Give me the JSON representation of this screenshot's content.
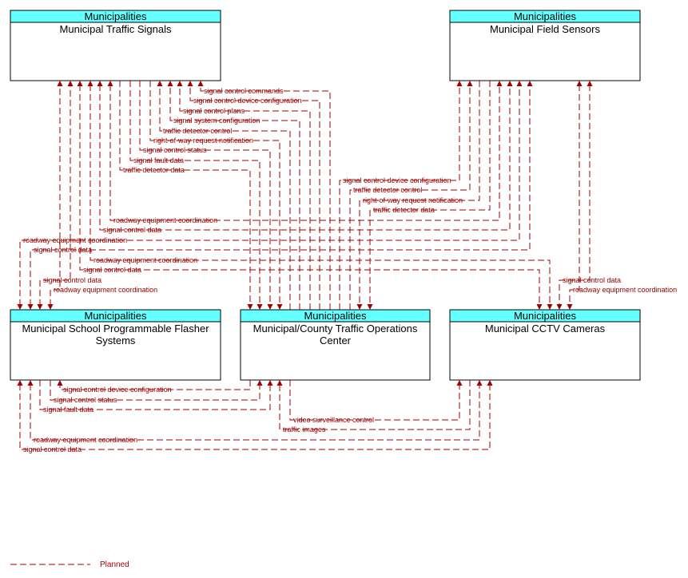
{
  "boxes": {
    "traffic_signals": {
      "group": "Municipalities",
      "title": "Municipal Traffic Signals"
    },
    "field_sensors": {
      "group": "Municipalities",
      "title": "Municipal Field Sensors"
    },
    "flasher": {
      "group": "Municipalities",
      "title_line1": "Municipal School Programmable Flasher",
      "title_line2": "Systems"
    },
    "tmc": {
      "group": "Municipalities",
      "title_line1": "Municipal/County Traffic Operations",
      "title_line2": "Center"
    },
    "cctv": {
      "group": "Municipalities",
      "title": "Municipal CCTV Cameras"
    }
  },
  "flows": {
    "tmc_signals_1": "signal control commands",
    "tmc_signals_2": "signal control device configuration",
    "tmc_signals_3": "signal control plans",
    "tmc_signals_4": "signal system configuration",
    "tmc_signals_5": "traffic detector control",
    "signals_tmc_1": "right-of-way request notification",
    "signals_tmc_2": "signal control status",
    "signals_tmc_3": "signal fault data",
    "signals_tmc_4": "traffic detector data",
    "tmc_sensors_1": "signal control device configuration",
    "tmc_sensors_2": "traffic detector control",
    "sensors_tmc_1": "right-of-way request notification",
    "sensors_tmc_2": "traffic detector data",
    "signals_sensors_1": "roadway equipment coordination",
    "signals_sensors_2": "signal control data",
    "flasher_sensors_1": "roadway equipment coordination",
    "flasher_sensors_2": "signal control data",
    "signals_cctv_1": "roadway equipment coordination",
    "signals_cctv_2": "signal control data",
    "flasher_signals_1": "signal control data",
    "flasher_signals_2": "roadway equipment coordination",
    "sensors_cctv_1": "signal control data",
    "sensors_cctv_2": "roadway equipment coordination",
    "tmc_flasher_1": "signal control device configuration",
    "flasher_tmc_1": "signal control status",
    "flasher_tmc_2": "signal fault data",
    "tmc_cctv_1": "video surveillance control",
    "cctv_tmc_1": "traffic images",
    "flasher_cctv_1": "roadway equipment coordination",
    "flasher_cctv_2": "signal control data"
  },
  "legend": {
    "label": "Planned"
  },
  "colors": {
    "header": "#66ffff",
    "planned_flow": "#a00000"
  }
}
